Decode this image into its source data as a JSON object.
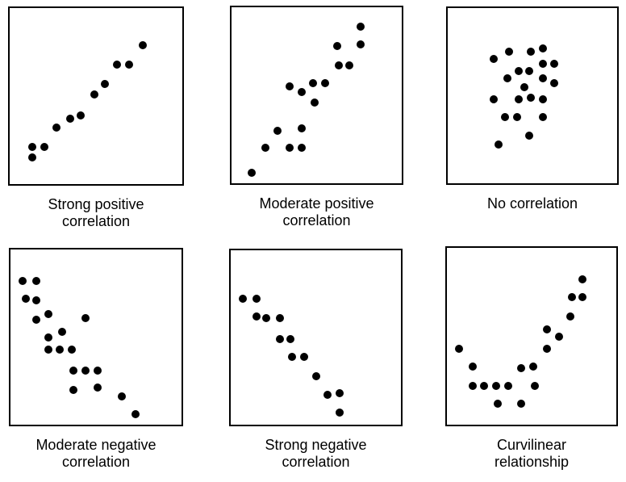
{
  "figure": {
    "background_color": "#ffffff",
    "frame_color": "#000000",
    "marker_color": "#000000"
  },
  "chart_data": [
    {
      "type": "scatter",
      "title": "Strong positive\ncorrelation",
      "xlim": [
        0,
        100
      ],
      "ylim": [
        0,
        100
      ],
      "axes_visible": false,
      "grid": false,
      "marker": "filled-circle",
      "points": [
        [
          13,
          15
        ],
        [
          13,
          21
        ],
        [
          20,
          21
        ],
        [
          27,
          32
        ],
        [
          35,
          37
        ],
        [
          41,
          39
        ],
        [
          49,
          51
        ],
        [
          55,
          57
        ],
        [
          62,
          68
        ],
        [
          69,
          68
        ],
        [
          77,
          79
        ]
      ]
    },
    {
      "type": "scatter",
      "title": "Moderate positive\ncorrelation",
      "xlim": [
        0,
        100
      ],
      "ylim": [
        0,
        100
      ],
      "axes_visible": false,
      "grid": false,
      "marker": "filled-circle",
      "points": [
        [
          12,
          6
        ],
        [
          20,
          20
        ],
        [
          34,
          20
        ],
        [
          41,
          20
        ],
        [
          27,
          30
        ],
        [
          41,
          31
        ],
        [
          49,
          46
        ],
        [
          41,
          52
        ],
        [
          34,
          55
        ],
        [
          48,
          57
        ],
        [
          55,
          57
        ],
        [
          63,
          67
        ],
        [
          69,
          67
        ],
        [
          62,
          78
        ],
        [
          76,
          79
        ],
        [
          76,
          89
        ]
      ]
    },
    {
      "type": "scatter",
      "title": "No correlation",
      "xlim": [
        0,
        100
      ],
      "ylim": [
        0,
        100
      ],
      "axes_visible": false,
      "grid": false,
      "marker": "filled-circle",
      "points": [
        [
          56,
          77
        ],
        [
          36,
          75
        ],
        [
          49,
          75
        ],
        [
          27,
          71
        ],
        [
          56,
          68
        ],
        [
          63,
          68
        ],
        [
          42,
          64
        ],
        [
          48,
          64
        ],
        [
          35,
          60
        ],
        [
          56,
          60
        ],
        [
          63,
          57
        ],
        [
          45,
          55
        ],
        [
          27,
          48
        ],
        [
          42,
          48
        ],
        [
          49,
          49
        ],
        [
          56,
          48
        ],
        [
          34,
          38
        ],
        [
          41,
          38
        ],
        [
          56,
          38
        ],
        [
          48,
          27
        ],
        [
          30,
          22
        ]
      ]
    },
    {
      "type": "scatter",
      "title": "Moderate negative\ncorrelation",
      "xlim": [
        0,
        100
      ],
      "ylim": [
        0,
        100
      ],
      "axes_visible": false,
      "grid": false,
      "marker": "filled-circle",
      "points": [
        [
          7,
          82
        ],
        [
          15,
          82
        ],
        [
          9,
          72
        ],
        [
          15,
          71
        ],
        [
          22,
          63
        ],
        [
          15,
          60
        ],
        [
          44,
          61
        ],
        [
          30,
          53
        ],
        [
          22,
          50
        ],
        [
          22,
          43
        ],
        [
          29,
          43
        ],
        [
          36,
          43
        ],
        [
          37,
          31
        ],
        [
          44,
          31
        ],
        [
          51,
          31
        ],
        [
          37,
          20
        ],
        [
          51,
          21
        ],
        [
          65,
          16
        ],
        [
          73,
          6
        ]
      ]
    },
    {
      "type": "scatter",
      "title": "Strong negative\ncorrelation",
      "xlim": [
        0,
        100
      ],
      "ylim": [
        0,
        100
      ],
      "axes_visible": false,
      "grid": false,
      "marker": "filled-circle",
      "points": [
        [
          7,
          72
        ],
        [
          15,
          72
        ],
        [
          15,
          62
        ],
        [
          21,
          61
        ],
        [
          29,
          61
        ],
        [
          29,
          49
        ],
        [
          35,
          49
        ],
        [
          36,
          39
        ],
        [
          43,
          39
        ],
        [
          50,
          28
        ],
        [
          57,
          17
        ],
        [
          64,
          18
        ],
        [
          64,
          7
        ]
      ]
    },
    {
      "type": "scatter",
      "title": "Curvilinear\nrelationship",
      "xlim": [
        0,
        100
      ],
      "ylim": [
        0,
        100
      ],
      "axes_visible": false,
      "grid": false,
      "marker": "filled-circle",
      "points": [
        [
          7,
          43
        ],
        [
          15,
          33
        ],
        [
          15,
          22
        ],
        [
          22,
          22
        ],
        [
          29,
          22
        ],
        [
          36,
          22
        ],
        [
          30,
          12
        ],
        [
          44,
          12
        ],
        [
          44,
          32
        ],
        [
          51,
          33
        ],
        [
          52,
          22
        ],
        [
          59,
          43
        ],
        [
          59,
          54
        ],
        [
          66,
          50
        ],
        [
          73,
          61
        ],
        [
          74,
          72
        ],
        [
          80,
          72
        ],
        [
          80,
          82
        ]
      ]
    }
  ]
}
